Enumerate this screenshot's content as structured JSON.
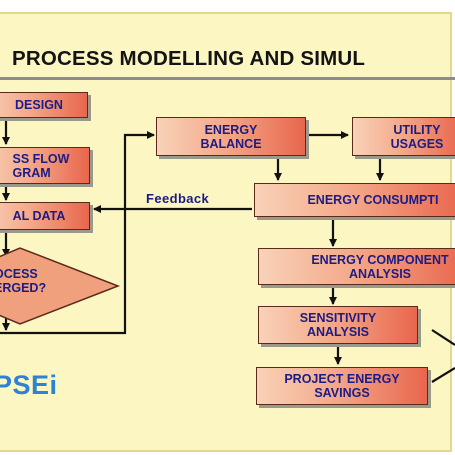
{
  "title": "PROCESS MODELLING AND SIMUL",
  "boxes": {
    "design": "DESIGN",
    "flow": "SS FLOW\nGRAM",
    "data": "AL DATA",
    "converged": "OCESS\nERGED?",
    "energy_balance": "ENERGY\nBALANCE",
    "utility": "UTILITY\nUSAGES",
    "consumption": "ENERGY CONSUMPTI",
    "component": "ENERGY COMPONENT\nANALYSIS",
    "sensitivity": "SENSITIVITY\nANALYSIS",
    "savings": "PROJECT ENERGY\nSAVINGS"
  },
  "feedback_label": "Feedback",
  "brand": "PSEi",
  "colors": {
    "panel": "#fbf6c2",
    "box_light": "#f8d2b8",
    "box_dark": "#e8664d",
    "text": "#1c1c84",
    "brand": "#2b83d6"
  }
}
